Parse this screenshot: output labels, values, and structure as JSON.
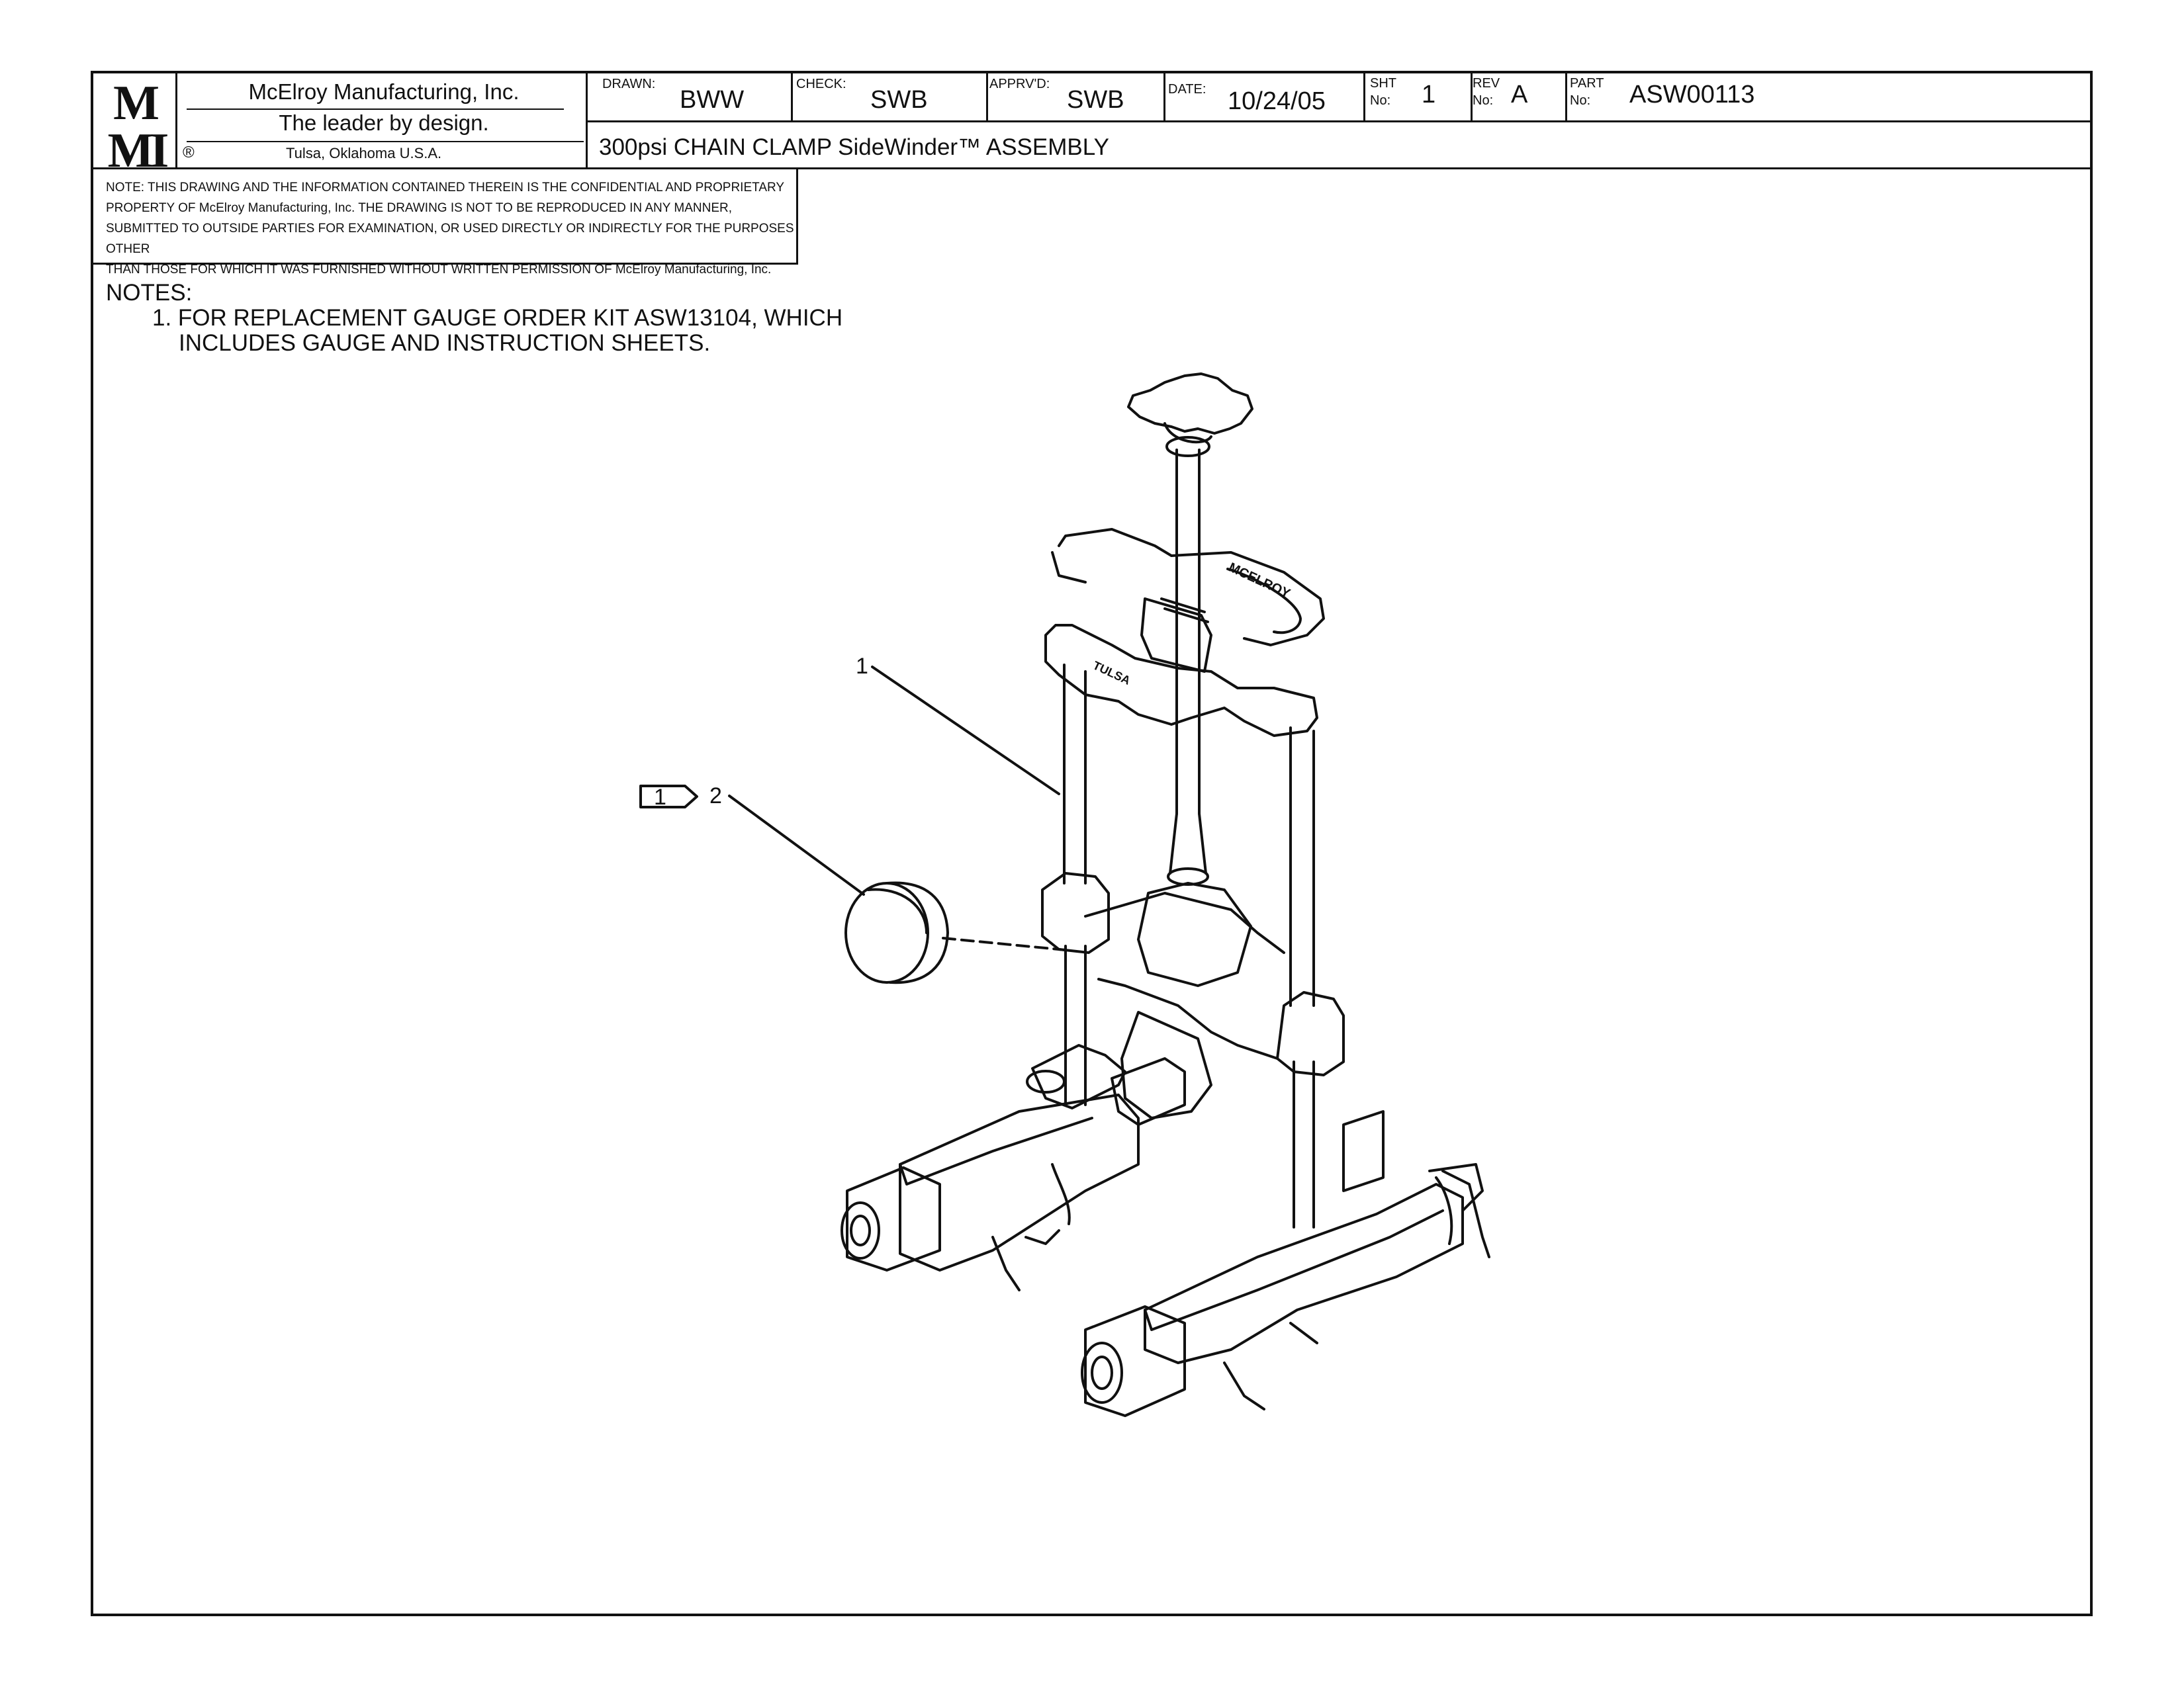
{
  "title_block": {
    "company_name": "McElroy Manufacturing, Inc.",
    "slogan": "The leader by design.",
    "registered_mark": "®",
    "location": "Tulsa, Oklahoma U.S.A.",
    "logo_text": "M MI",
    "drawn": {
      "label": "DRAWN:",
      "value": "BWW"
    },
    "check": {
      "label": "CHECK:",
      "value": "SWB"
    },
    "approved": {
      "label": "APPRV'D:",
      "value": "SWB"
    },
    "date": {
      "label": "DATE:",
      "value": "10/24/05"
    },
    "sheet": {
      "label_top": "SHT",
      "label_bottom": "No:",
      "value": "1"
    },
    "revision": {
      "label_top": "REV",
      "label_bottom": "No:",
      "value": "A"
    },
    "part": {
      "label_top": "PART",
      "label_bottom": "No:",
      "value": "ASW00113"
    },
    "drawing_title": "300psi CHAIN CLAMP SideWinder™ ASSEMBLY"
  },
  "confidential_notice": [
    "NOTE: THIS DRAWING AND THE INFORMATION CONTAINED THEREIN IS THE CONFIDENTIAL AND PROPRIETARY",
    "PROPERTY OF McElroy Manufacturing, Inc. THE DRAWING IS NOT TO BE REPRODUCED IN ANY MANNER,",
    "SUBMITTED TO OUTSIDE PARTIES FOR EXAMINATION, OR USED DIRECTLY OR INDIRECTLY FOR THE PURPOSES OTHER",
    "THAN THOSE FOR WHICH IT WAS FURNISHED WITHOUT WRITTEN PERMISSION OF McElroy Manufacturing, Inc."
  ],
  "notes": {
    "heading": "NOTES:",
    "item1_line1": "1. FOR REPLACEMENT GAUGE ORDER KIT ASW13104, WHICH",
    "item1_line2": "INCLUDES GAUGE AND INSTRUCTION SHEETS."
  },
  "callouts": {
    "item1": "1",
    "item2": "2",
    "note_flag": "1"
  },
  "part_engravings": {
    "brand": "MCELROY",
    "city": "TULSA"
  }
}
